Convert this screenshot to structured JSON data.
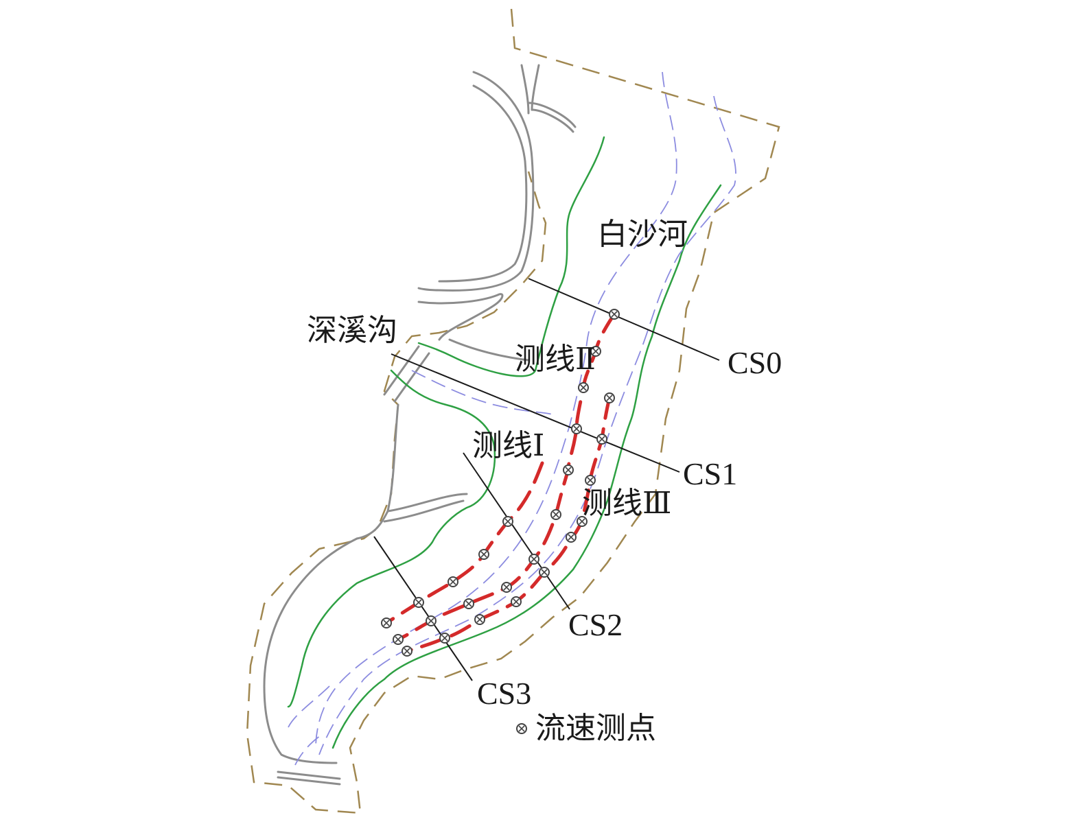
{
  "labels": {
    "river_main": "白沙河",
    "river_branch": "深溪沟",
    "line_1": "测线Ⅰ",
    "line_2": "测线Ⅱ",
    "line_3": "测线Ⅲ",
    "cs0": "CS0",
    "cs1": "CS1",
    "cs2": "CS2",
    "cs3": "CS3"
  },
  "legend": {
    "marker_label": "流速测点"
  },
  "colors": {
    "boundary": "#a08750",
    "bank": "#8c8c8c",
    "contour": "#2ea043",
    "thalweg": "#8c8ce0",
    "survey_line": "#d42a2a",
    "section_line": "#1a1a1a",
    "marker": "#444444"
  },
  "icons": {
    "measurement_point": "circled-x-icon"
  }
}
